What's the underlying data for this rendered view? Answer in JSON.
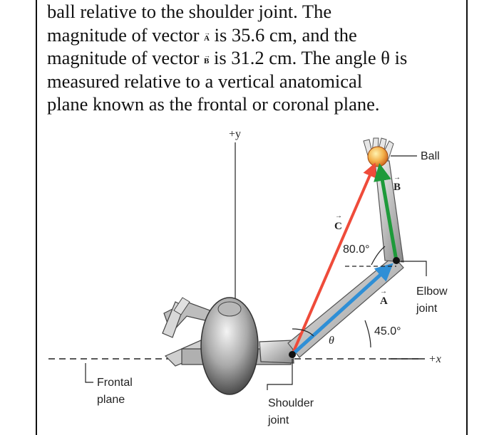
{
  "text": {
    "line1": "ball relative to the shoulder joint. The",
    "line2a": "magnitude of vector",
    "vecA": "A",
    "line2b": "is 35.6 cm, and the",
    "line3a": "magnitude of vector",
    "vecB": "B",
    "line3b": "is 31.2 cm. The angle θ is",
    "line4": "measured relative to a vertical anatomical",
    "line5": "plane known as the frontal or coronal plane."
  },
  "figure": {
    "y_axis_label": "+y",
    "x_axis_label": "+x",
    "vector_a_label": "A",
    "vector_b_label": "B",
    "vector_c_label": "C",
    "theta_label": "θ",
    "angle_80_label": "80.0°",
    "angle_45_label": "45.0°",
    "ball_label": "Ball",
    "elbow_label_1": "Elbow",
    "elbow_label_2": "joint",
    "shoulder_label_1": "Shoulder",
    "shoulder_label_2": "joint",
    "frontal_label_1": "Frontal",
    "frontal_label_2": "plane",
    "colors": {
      "vector_a": "#2f8fd6",
      "vector_b": "#1e9a3a",
      "vector_c": "#ef4b3a",
      "dark": "#111111"
    }
  }
}
